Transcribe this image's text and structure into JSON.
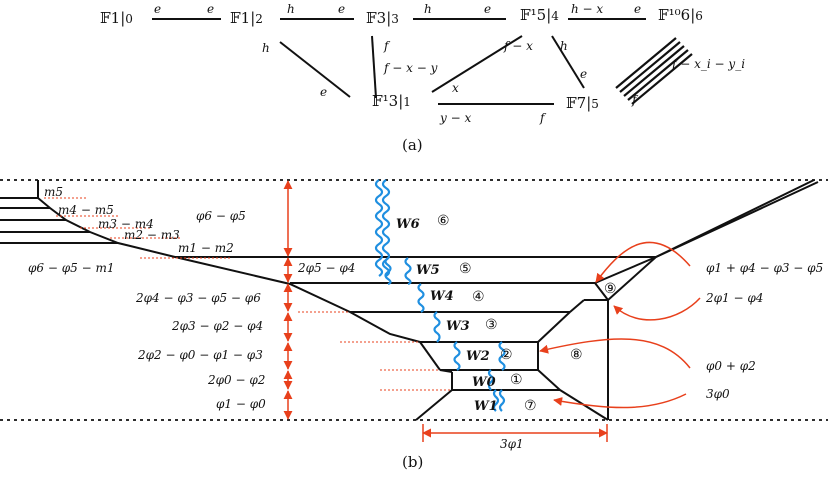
{
  "panel_a": {
    "caption": "(a)",
    "nodes": [
      {
        "surface": "𝔽1",
        "sub": "0"
      },
      {
        "surface": "𝔽1",
        "sub": "2"
      },
      {
        "surface": "𝔽3",
        "sub": "3"
      },
      {
        "surface": "𝔽¹5",
        "sub": "4"
      },
      {
        "surface": "𝔽¹⁰6",
        "sub": "6"
      },
      {
        "surface": "𝔽¹3",
        "sub": "1"
      },
      {
        "surface": "𝔽7",
        "sub": "5"
      }
    ],
    "edge_labels": [
      "e",
      "e",
      "h",
      "e",
      "h",
      "e",
      "h − x",
      "e",
      "h",
      "e",
      "f",
      "f − x − y",
      "f − x",
      "h",
      "x",
      "y − x",
      "f",
      "e",
      "f − x_i − y_i",
      "f"
    ]
  },
  "panel_b": {
    "caption": "(b)",
    "top_labels": [
      "m5",
      "m4 − m5",
      "m3 − m4",
      "m2 − m3",
      "m1 − m2",
      "φ6 − φ5 − m1"
    ],
    "left_labels": [
      "φ6 − φ5",
      "2φ5 − φ4",
      "2φ4 − φ3 − φ5 − φ6",
      "2φ3 − φ2 − φ4",
      "2φ2 − φ0 − φ1 − φ3",
      "2φ0 − φ2",
      "φ1 − φ0"
    ],
    "right_labels": [
      "φ1 + φ4 − φ3 − φ5",
      "2φ1 − φ4",
      "φ0 + φ2",
      "3φ0"
    ],
    "bottom_label": "3φ1",
    "w_labels": [
      "W6",
      "W5",
      "W4",
      "W3",
      "W2",
      "W0",
      "W1"
    ],
    "region_numbers": [
      "⑥",
      "⑤",
      "④",
      "③",
      "②",
      "①",
      "⑦",
      "⑧",
      "⑨"
    ],
    "colors": {
      "accent_red": "#e8401c",
      "wavy_blue": "#1f8fe0",
      "line": "#111111"
    }
  }
}
